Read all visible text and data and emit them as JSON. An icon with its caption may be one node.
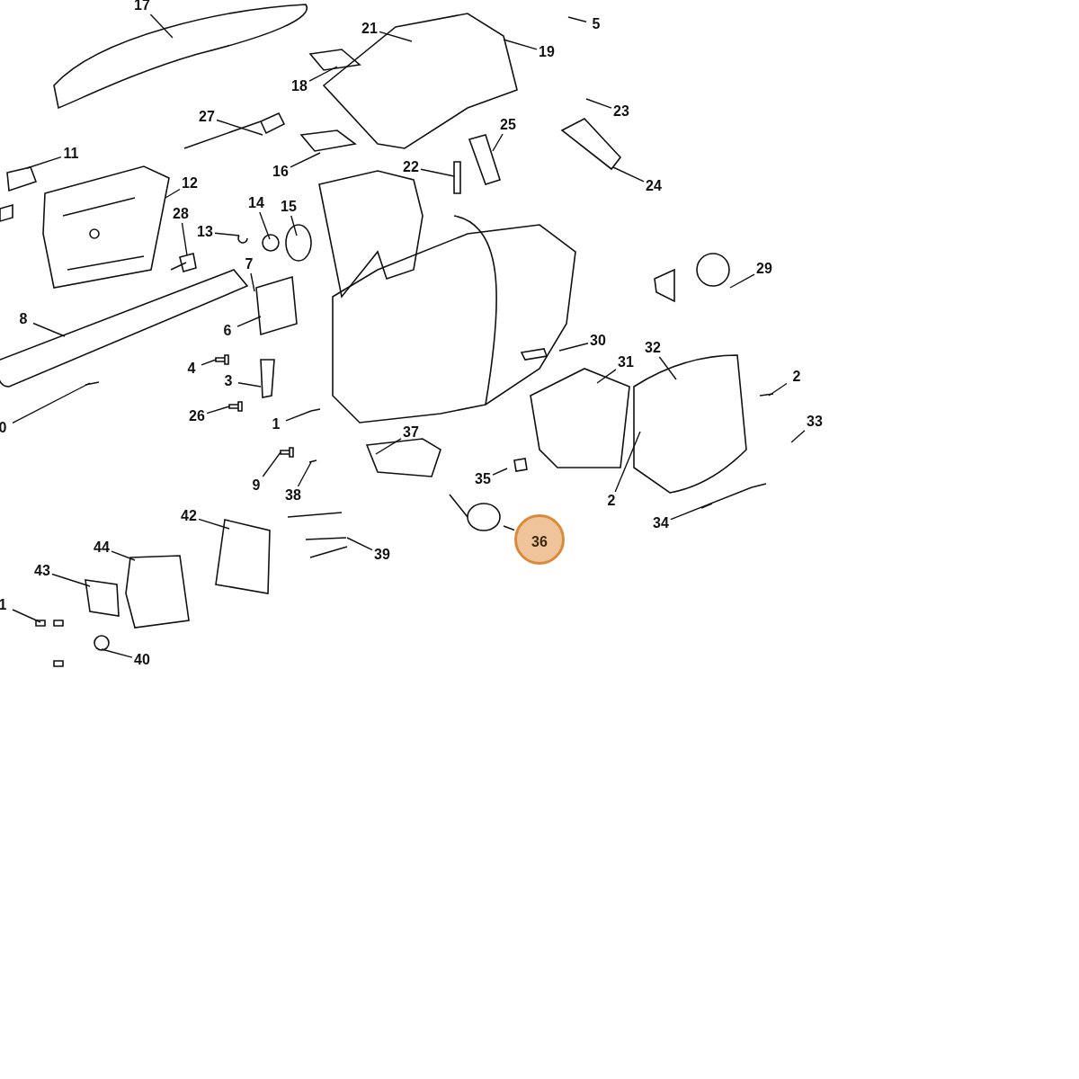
{
  "diagram": {
    "nodes": [
      {
        "text": [
          "17"
        ]
      },
      {
        "text": [
          "21"
        ]
      },
      {
        "text": [
          "5"
        ]
      },
      {
        "text": [
          "19"
        ]
      },
      {
        "text": [
          "18"
        ]
      },
      {
        "text": [
          "27"
        ]
      },
      {
        "text": [
          "23"
        ]
      },
      {
        "text": [
          "25"
        ]
      },
      {
        "text": [
          "16"
        ]
      },
      {
        "text": [
          "22"
        ]
      },
      {
        "text": [
          "24"
        ]
      },
      {
        "text": [
          "11"
        ]
      },
      {
        "text": [
          "12"
        ]
      },
      {
        "text": [
          "14"
        ]
      },
      {
        "text": [
          "15"
        ]
      },
      {
        "text": [
          "28"
        ]
      },
      {
        "text": [
          "13"
        ]
      },
      {
        "text": [
          "29"
        ]
      },
      {
        "text": [
          "7"
        ]
      },
      {
        "text": [
          "8"
        ]
      },
      {
        "text": [
          "6"
        ]
      },
      {
        "text": [
          "30"
        ]
      },
      {
        "text": [
          "32"
        ]
      },
      {
        "text": [
          "4"
        ]
      },
      {
        "text": [
          "31"
        ]
      },
      {
        "text": [
          "3"
        ]
      },
      {
        "text": [
          "2"
        ]
      },
      {
        "text": [
          "33"
        ]
      },
      {
        "text": [
          "26"
        ]
      },
      {
        "text": [
          "1"
        ]
      },
      {
        "text": [
          "0"
        ]
      },
      {
        "text": [
          "37"
        ]
      },
      {
        "text": [
          "9"
        ]
      },
      {
        "text": [
          "38"
        ]
      },
      {
        "text": [
          "35"
        ]
      },
      {
        "text": [
          "2"
        ]
      },
      {
        "text": [
          "34"
        ]
      },
      {
        "text": [
          "42"
        ]
      },
      {
        "text": [
          "36"
        ]
      },
      {
        "text": [
          "39"
        ]
      },
      {
        "text": [
          "44"
        ]
      },
      {
        "text": [
          "43"
        ]
      },
      {
        "text": [
          "1"
        ]
      },
      {
        "text": [
          "40"
        ]
      },
      {
        "text": [],
        "shape": "picture"
      },
      {
        "text": [],
        "shape": "picture"
      },
      {
        "text": [],
        "shape": "picture"
      },
      {
        "text": [],
        "shape": "picture"
      },
      {
        "text": [],
        "shape": "picture"
      },
      {
        "text": [],
        "shape": "picture"
      },
      {
        "text": [],
        "shape": "picture"
      }
    ],
    "edges": [
      {
        "from": 0,
        "to": null,
        "arrow": "none"
      },
      {
        "from": 1,
        "to": null,
        "arrow": "none"
      },
      {
        "from": 2,
        "to": null,
        "arrow": "none"
      },
      {
        "from": 3,
        "to": null,
        "arrow": "none"
      },
      {
        "from": 4,
        "to": null,
        "arrow": "none"
      },
      {
        "from": 5,
        "to": null,
        "arrow": "none"
      },
      {
        "from": 6,
        "to": null,
        "arrow": "none"
      },
      {
        "from": 7,
        "to": null,
        "arrow": "none"
      },
      {
        "from": 8,
        "to": null,
        "arrow": "none"
      },
      {
        "from": 9,
        "to": null,
        "arrow": "none"
      },
      {
        "from": 10,
        "to": null,
        "arrow": "none"
      },
      {
        "from": 11,
        "to": 50,
        "arrow": "none"
      },
      {
        "from": 12,
        "to": 44,
        "arrow": "none"
      },
      {
        "from": 13,
        "to": null,
        "arrow": "none"
      },
      {
        "from": 14,
        "to": null,
        "arrow": "none"
      },
      {
        "from": 15,
        "to": 45,
        "arrow": "none"
      },
      {
        "from": 16,
        "to": 46,
        "arrow": "none"
      },
      {
        "from": 17,
        "to": null,
        "arrow": "none"
      },
      {
        "from": 18,
        "to": null,
        "arrow": "none"
      },
      {
        "from": 19,
        "to": null,
        "arrow": "none"
      },
      {
        "from": 20,
        "to": null,
        "arrow": "none"
      },
      {
        "from": 21,
        "to": null,
        "arrow": "none"
      },
      {
        "from": 22,
        "to": null,
        "arrow": "none"
      },
      {
        "from": 23,
        "to": 47,
        "arrow": "none"
      },
      {
        "from": 24,
        "to": null,
        "arrow": "none"
      },
      {
        "from": 25,
        "to": null,
        "arrow": "none"
      },
      {
        "from": 26,
        "to": null,
        "arrow": "none"
      },
      {
        "from": 27,
        "to": null,
        "arrow": "none"
      },
      {
        "from": 28,
        "to": 48,
        "arrow": "none"
      },
      {
        "from": 29,
        "to": null,
        "arrow": "none"
      },
      {
        "from": 30,
        "to": null,
        "arrow": "none"
      },
      {
        "from": 31,
        "to": null,
        "arrow": "none"
      },
      {
        "from": 32,
        "to": 49,
        "arrow": "none"
      },
      {
        "from": 33,
        "to": null,
        "arrow": "none"
      },
      {
        "from": 34,
        "to": null,
        "arrow": "none"
      },
      {
        "from": 35,
        "to": null,
        "arrow": "none"
      },
      {
        "from": 36,
        "to": null,
        "arrow": "none"
      },
      {
        "from": 37,
        "to": null,
        "arrow": "none"
      },
      {
        "from": 38,
        "to": null,
        "arrow": "none"
      },
      {
        "from": 39,
        "to": null,
        "arrow": "none"
      },
      {
        "from": 40,
        "to": null,
        "arrow": "none"
      },
      {
        "from": 41,
        "to": null,
        "arrow": "none"
      },
      {
        "from": 42,
        "to": null,
        "arrow": "none"
      },
      {
        "from": 43,
        "to": null,
        "arrow": "none"
      }
    ]
  }
}
